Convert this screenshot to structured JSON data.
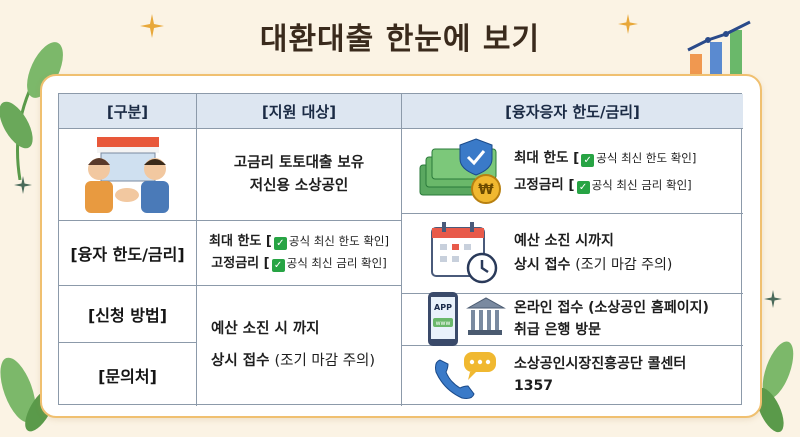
{
  "title": "대환대출 한눈에 보기",
  "headers": {
    "category": "[구분]",
    "target": "[지원 대상]",
    "limit_rate": "[융자응자 한도/금리]"
  },
  "labels": {
    "limit_rate": "[융자 한도/금리]",
    "apply_method": "[신청 방법]",
    "contact": "[문의처]"
  },
  "target": {
    "line1": "고금리 토토대출 보유",
    "line2": "저신용 소상공인"
  },
  "limit_rate_left": {
    "max_prefix": "최대 한도 [",
    "max_note": "공식 최신 한도 확인]",
    "fixed_prefix": "고정금리 [",
    "fixed_note": "공식 최신 금리 확인]"
  },
  "apply_left": {
    "line1": "예산 소진 시 까지",
    "line2_bold": "상시 접수",
    "line2_normal": "(조기 마감 주의)"
  },
  "right": {
    "limit": {
      "max_prefix": "최대 한도 [",
      "max_note": "공식 최신 한도 확인]",
      "fixed_prefix": "고정금리 [",
      "fixed_note": "공식 최신 금리 확인]"
    },
    "budget": {
      "line1": "예산 소진 시까지",
      "line2_bold": "상시 접수",
      "line2_normal": "(조기 마감 주의)"
    },
    "online": {
      "line1": "온라인 접수 (소상공인 홈페이지)",
      "line2": "취급 은행 방문"
    },
    "contact": {
      "line1": "소상공인시장진흥공단 콜센터",
      "line2": "1357"
    }
  },
  "icon_text": {
    "app": "APP",
    "www": "www",
    "won": "₩"
  },
  "colors": {
    "header_bg": "#dde6f1",
    "card_border": "#f0c070",
    "check_green": "#27a444",
    "page_bg": "#fbf3e4"
  }
}
